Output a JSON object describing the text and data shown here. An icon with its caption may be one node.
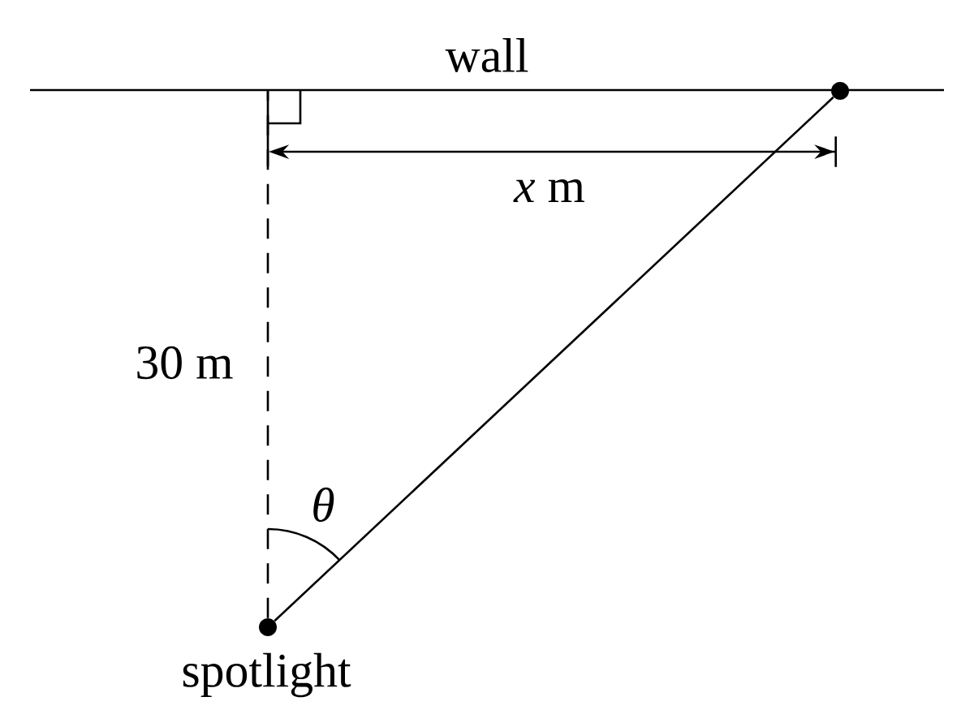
{
  "diagram": {
    "nodes": [
      {
        "text": [
          "wall"
        ]
      },
      {
        "text": [],
        "shape": "circle"
      },
      {
        "text": [],
        "shape": "circle",
        "beside": [
          "spotlight"
        ]
      }
    ],
    "edges": [
      {
        "from": 2,
        "to": 1,
        "arrow": "none"
      },
      {
        "from": 2,
        "to": 0,
        "arrow": "none",
        "style": "dashed"
      }
    ],
    "labels": [
      "*x* m",
      "30 m",
      "θ"
    ]
  }
}
